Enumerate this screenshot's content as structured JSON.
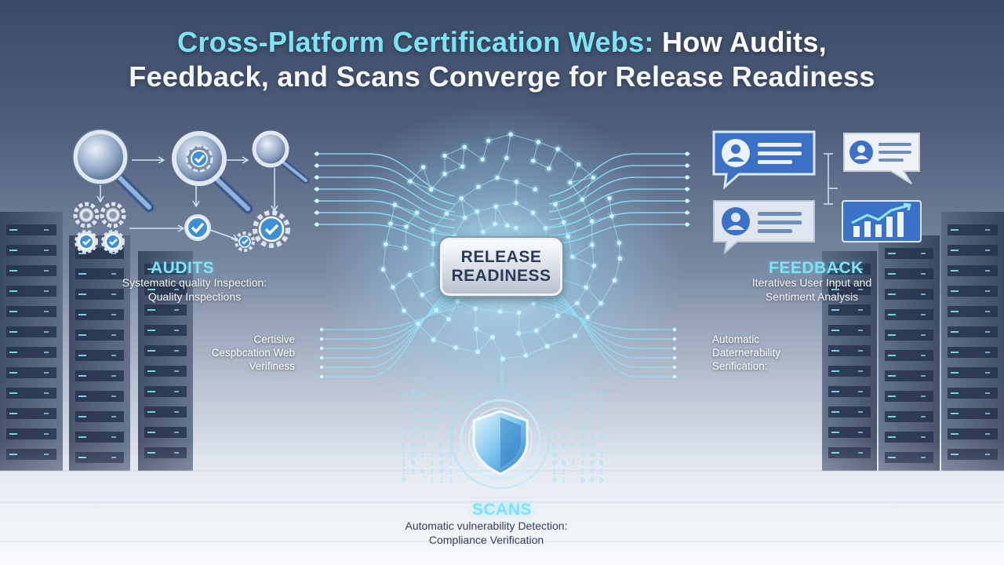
{
  "title": {
    "line1_highlight": "Cross-Platform Certification Webs:",
    "line1_rest": "How Audits,",
    "line2": "Feedback, and Scans Converge for Release Readiness"
  },
  "center_badge": {
    "line1": "RELEASE",
    "line2": "READINESS"
  },
  "audits": {
    "title": "AUDITS",
    "desc_line1": "Systematic quality Inspection:",
    "desc_line2": "Quality Inspections",
    "icons": [
      "magnifier-icon",
      "gear-check-magnifier-icon",
      "magnifier-icon",
      "gears-icon",
      "check-gear-icon",
      "check-circle-icon"
    ]
  },
  "feedback": {
    "title": "FEEDBACK",
    "desc_line1": "Iteratives User Input and",
    "desc_line2": "Sentiment Analysis",
    "icons": [
      "user-chat-bubble-icon",
      "user-chat-bubble-icon",
      "user-chat-bubble-icon",
      "bar-chart-trend-icon"
    ]
  },
  "scans": {
    "title": "SCANS",
    "desc_line1": "Automatic vulnerability Detection:",
    "desc_line2": "Compliance Verification",
    "icons": [
      "shield-icon"
    ]
  },
  "left_note": {
    "line1": "Certisive",
    "line2": "Cespbcation Web",
    "line3": "Verifiness"
  },
  "right_note": {
    "line1": "Automatic",
    "line2": "Daternerability",
    "line3": "Serification:"
  },
  "colors": {
    "accent": "#7fe3f6",
    "network": "#8fe6ff",
    "title": "#ffffff",
    "badge_text": "#2a3b57"
  }
}
